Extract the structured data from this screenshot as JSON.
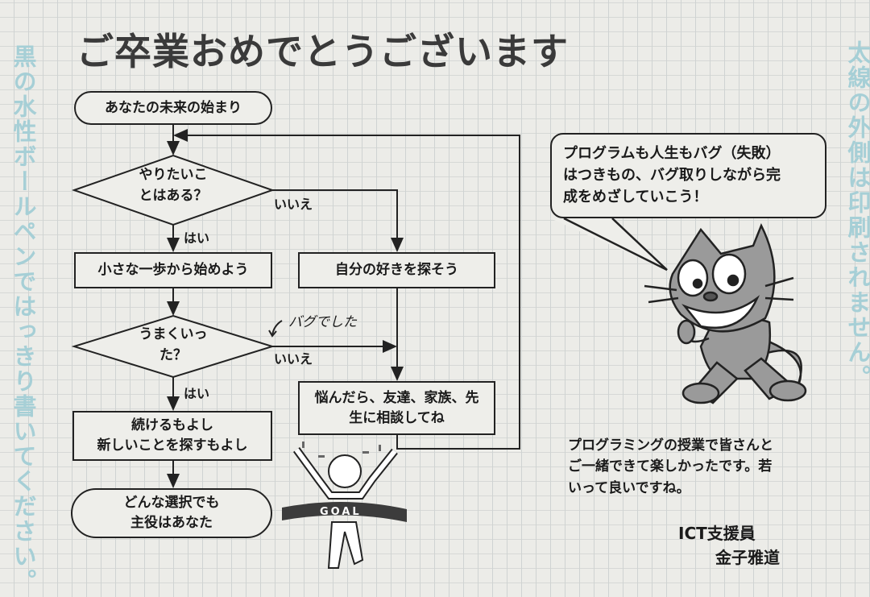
{
  "title": "ご卒業おめでとうございます",
  "side_left": "黒の水性ボールペンではっきり書いてください。",
  "side_right": "太線の外側は印刷されません。",
  "flow": {
    "start": "あなたの未来の始まり",
    "q1": "やりたいことはある？",
    "q1_line1": "やりたいこ",
    "q1_line2": "とはある？",
    "yes": "はい",
    "no": "いいえ",
    "step_small": "小さな一歩から始めよう",
    "find_like": "自分の好きを探そう",
    "q2_line1": "うまくいっ",
    "q2_line2": "た？",
    "consult_line1": "悩んだら、友達、家族、先",
    "consult_line2": "生に相談してね",
    "continue_line1": "続けるもよし",
    "continue_line2": "新しいことを探すもよし",
    "end_line1": "どんな選択でも",
    "end_line2": "主役はあなた",
    "handwritten_note": "バグでした"
  },
  "goal_label": "GOAL",
  "bubble": {
    "line1": "プログラムも人生もバグ（失敗）",
    "line2": "はつきもの、バグ取りしながら完",
    "line3": "成をめざしていこう！"
  },
  "message": {
    "line1": "プログラミングの授業で皆さんと",
    "line2": "ご一緒できて楽しかったです。若",
    "line3": "いって良いですね。"
  },
  "signature": {
    "role": "ICT支援員",
    "name": "金子雅道"
  }
}
